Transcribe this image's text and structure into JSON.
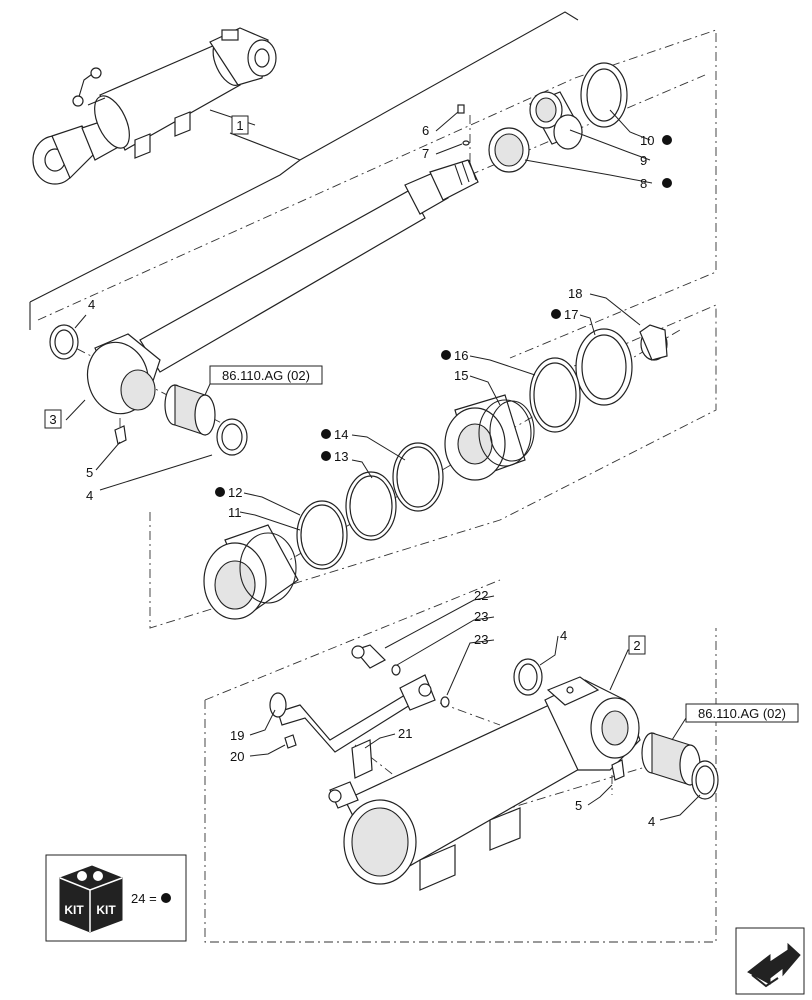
{
  "callouts": [
    {
      "id": "c1",
      "label": "1",
      "boxed": true
    },
    {
      "id": "c2",
      "label": "2",
      "boxed": true
    },
    {
      "id": "c3",
      "label": "3",
      "boxed": true
    },
    {
      "id": "c4a",
      "label": "4"
    },
    {
      "id": "c4b",
      "label": "4"
    },
    {
      "id": "c4c",
      "label": "4"
    },
    {
      "id": "c4d",
      "label": "4"
    },
    {
      "id": "c5a",
      "label": "5"
    },
    {
      "id": "c5b",
      "label": "5"
    },
    {
      "id": "c6",
      "label": "6"
    },
    {
      "id": "c7",
      "label": "7"
    },
    {
      "id": "c8",
      "label": "8",
      "kit_dot": true
    },
    {
      "id": "c9",
      "label": "9"
    },
    {
      "id": "c10",
      "label": "10",
      "kit_dot": true
    },
    {
      "id": "c11",
      "label": "11"
    },
    {
      "id": "c12",
      "label": "12",
      "kit_dot": true
    },
    {
      "id": "c13",
      "label": "13",
      "kit_dot": true
    },
    {
      "id": "c14",
      "label": "14",
      "kit_dot": true
    },
    {
      "id": "c15",
      "label": "15"
    },
    {
      "id": "c16",
      "label": "16",
      "kit_dot": true
    },
    {
      "id": "c17",
      "label": "17",
      "kit_dot": true
    },
    {
      "id": "c18",
      "label": "18"
    },
    {
      "id": "c19",
      "label": "19"
    },
    {
      "id": "c20",
      "label": "20"
    },
    {
      "id": "c21",
      "label": "21"
    },
    {
      "id": "c22",
      "label": "22"
    },
    {
      "id": "c23a",
      "label": "23"
    },
    {
      "id": "c23b",
      "label": "23"
    }
  ],
  "references": [
    {
      "id": "ref1",
      "label": "86.110.AG (02)"
    },
    {
      "id": "ref2",
      "label": "86.110.AG (02)"
    }
  ],
  "kit_legend": {
    "icon_text_left": "KIT",
    "icon_text_right": "KIT",
    "label": "24 ="
  },
  "nav_arrow_icon": "arrow-next-icon"
}
